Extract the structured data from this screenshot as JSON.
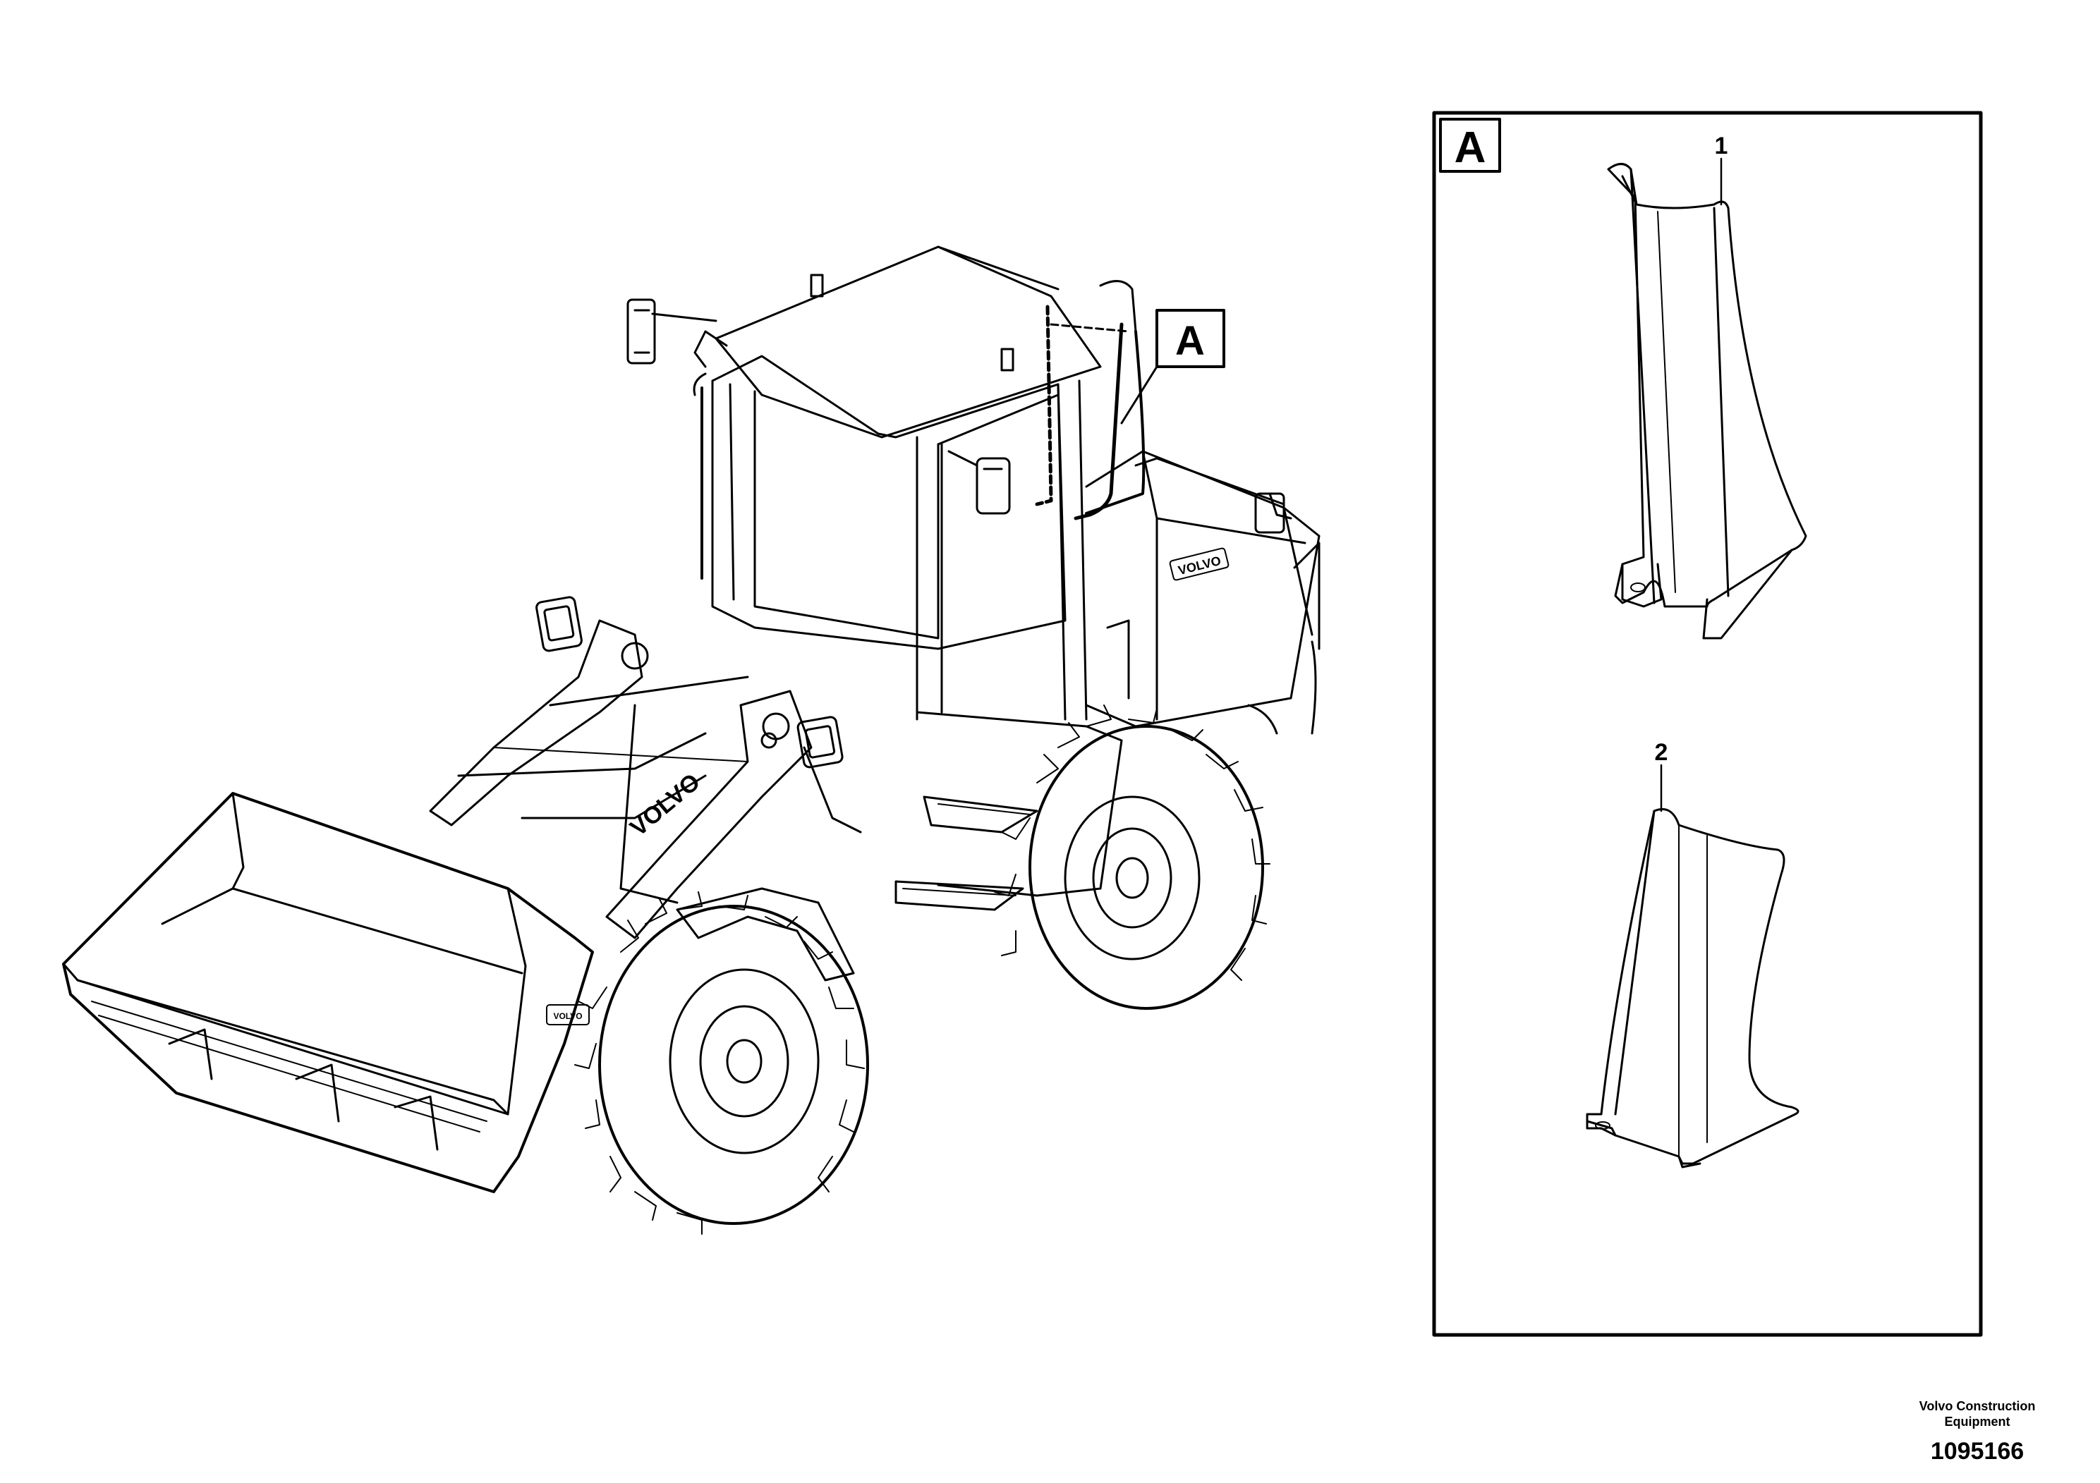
{
  "detail": {
    "letter": "A",
    "callout_letter": "A"
  },
  "parts": [
    {
      "number": "1"
    },
    {
      "number": "2"
    }
  ],
  "machine": {
    "brand_markings": [
      "VOLVO",
      "VOLVO",
      "VOLVO"
    ]
  },
  "footer": {
    "company": "Volvo Construction Equipment",
    "drawing_number": "1095166"
  }
}
